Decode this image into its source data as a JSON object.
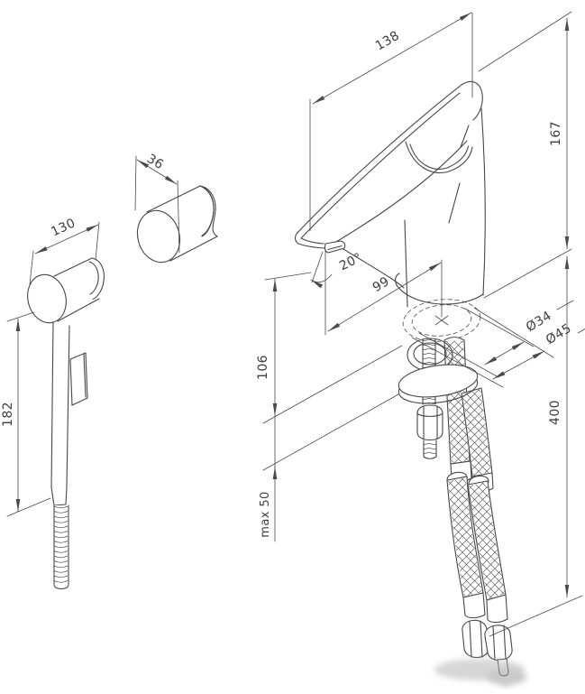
{
  "dimensions": {
    "handle_width": "138",
    "total_height": "167",
    "holder_diameter": "36",
    "handspray_length": "130",
    "handspray_height": "182",
    "spout_angle": "20°",
    "spout_reach": "99",
    "spout_height": "106",
    "hole_diameter": "Ø34",
    "base_diameter": "Ø45",
    "hose_length": "400",
    "deck_thickness": "max 50"
  },
  "style": {
    "line_color": "#474747",
    "text_color": "#3f3f3f",
    "background": "#ffffff"
  }
}
